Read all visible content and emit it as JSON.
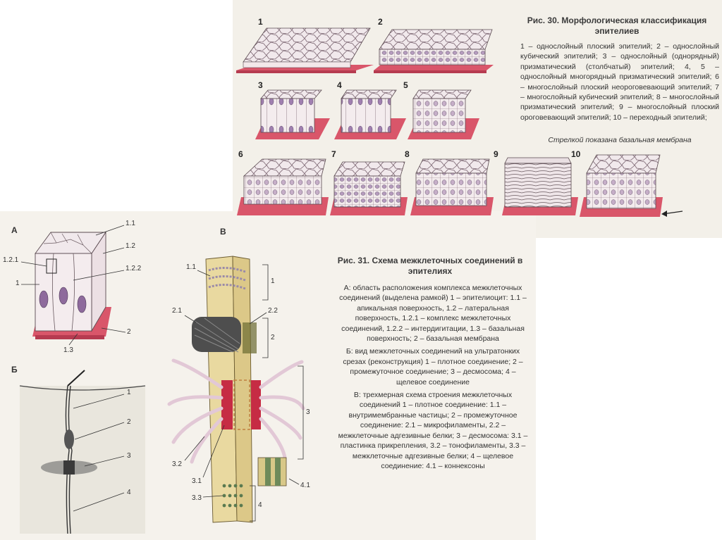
{
  "fig30": {
    "title": "Рис. 30. Морфологическая классификация эпителиев",
    "caption": "1 – однослойный плоский эпителий; 2 – однослойный кубический эпителий; 3 – однослойный (однорядный) призматический (столбчатый) эпителий; 4, 5 – однослойный многорядный призматический эпителий; 6 – многослойный плоский неороговевающий эпителий; 7 – многослойный кубический эпителий; 8 – многослойный призматический эпителий; 9 – многослойный плоский ороговевающий эпителий; 10 – переходный эпителий;",
    "note": "Стрелкой показана базальная мембрана",
    "numbers": [
      "1",
      "2",
      "3",
      "4",
      "5",
      "6",
      "7",
      "8",
      "9",
      "10"
    ]
  },
  "fig31": {
    "title": "Рис. 31. Схема межклеточных соединений в эпителиях",
    "paragraphs": [
      "А: область расположения комплекса межклеточных соединений (выделена рамкой) 1 – эпителиоцит: 1.1 – апикальная поверхность, 1.2 – латеральная поверхность, 1.2.1 – комплекс межклеточных соединений, 1.2.2 – интердигитации, 1.3 – базальная поверхность; 2 – базальная мембрана",
      "Б: вид межклеточных соединений на ультратонких срезах (реконструкция) 1 – плотное соединение; 2 – промежуточное соединение; 3 – десмосома; 4 – щелевое соединение",
      "В: трехмерная схема строения межклеточных соединений 1 – плотное соединение: 1.1 – внутримембранные частицы; 2 – промежуточное соединение: 2.1 – микрофиламенты, 2.2 – межклеточные адгезивные белки; 3 – десмосома: 3.1 – пластинка прикрепления, 3.2 – тонофиламенты, 3.3 – межклеточные адгезивные белки; 4 – щелевое соединение: 4.1 – коннексоны"
    ],
    "sections": {
      "a": "А",
      "b": "Б",
      "v": "В"
    },
    "labels_a": {
      "l11": "1.1",
      "l12": "1.2",
      "l121": "1.2.1",
      "l122": "1.2.2",
      "l1": "1",
      "l2": "2",
      "l13": "1.3"
    },
    "labels_b": {
      "l1": "1",
      "l2": "2",
      "l3": "3",
      "l4": "4"
    },
    "labels_v": {
      "l11": "1.1",
      "l1": "1",
      "l21": "2.1",
      "l22": "2.2",
      "l2": "2",
      "l3": "3",
      "l32": "3.2",
      "l31": "3.1",
      "l41": "4.1",
      "l33": "3.3",
      "l4": "4"
    }
  },
  "colors": {
    "basement": "#d9566a",
    "cell": "#f2e8ea",
    "nucleus": "#9a7ba6",
    "strand": "#e2c8d6",
    "junction": "#c62c44",
    "panel": "#f4f1ea"
  }
}
